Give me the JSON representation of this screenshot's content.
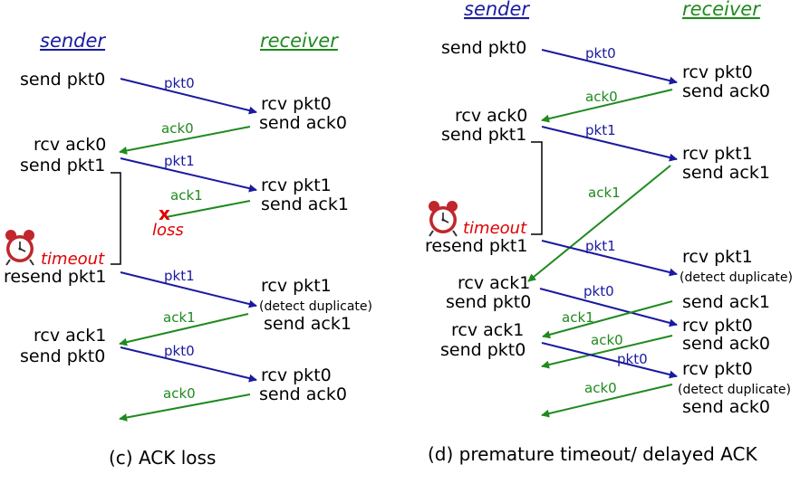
{
  "colors": {
    "sender_header": "#1a1aa0",
    "receiver_header": "#1f8a1f",
    "pkt": "#1a1aa0",
    "ack": "#1f8a1f",
    "loss": "#e00000",
    "timeout": "#e00000"
  },
  "left": {
    "sender_header": "sender",
    "receiver_header": "receiver",
    "caption": "(c) ACK loss",
    "sender_events": [
      "send pkt0",
      "rcv ack0",
      "send pkt1",
      "resend pkt1",
      "rcv ack1",
      "send pkt0"
    ],
    "receiver_events": [
      "rcv pkt0",
      "send ack0",
      "rcv pkt1",
      "send ack1",
      "rcv pkt1",
      "(detect duplicate)",
      "send ack1",
      "rcv pkt0",
      "send ack0"
    ],
    "messages": [
      "pkt0",
      "ack0",
      "pkt1",
      "ack1",
      "pkt1",
      "ack1",
      "pkt0",
      "ack0"
    ],
    "loss_mark": "x",
    "loss_label": "loss",
    "timeout_label": "timeout",
    "timer_icon": "alarm-clock-icon"
  },
  "right": {
    "sender_header": "sender",
    "receiver_header": "receiver",
    "caption": "(d) premature timeout/ delayed ACK",
    "sender_events": [
      "send pkt0",
      "rcv ack0",
      "send pkt1",
      "resend pkt1",
      "rcv ack1",
      "send pkt0",
      "rcv ack1",
      "send pkt0"
    ],
    "receiver_events": [
      "rcv pkt0",
      "send ack0",
      "rcv pkt1",
      "send ack1",
      "rcv pkt1",
      "(detect duplicate)",
      "send ack1",
      "rcv pkt0",
      "send ack0",
      "rcv pkt0",
      "(detect duplicate)",
      "send ack0"
    ],
    "messages": [
      "pkt0",
      "ack0",
      "pkt1",
      "ack1",
      "pkt1",
      "pkt0",
      "ack1",
      "ack0",
      "pkt0",
      "ack0"
    ],
    "timeout_label": "timeout",
    "timer_icon": "alarm-clock-icon"
  }
}
